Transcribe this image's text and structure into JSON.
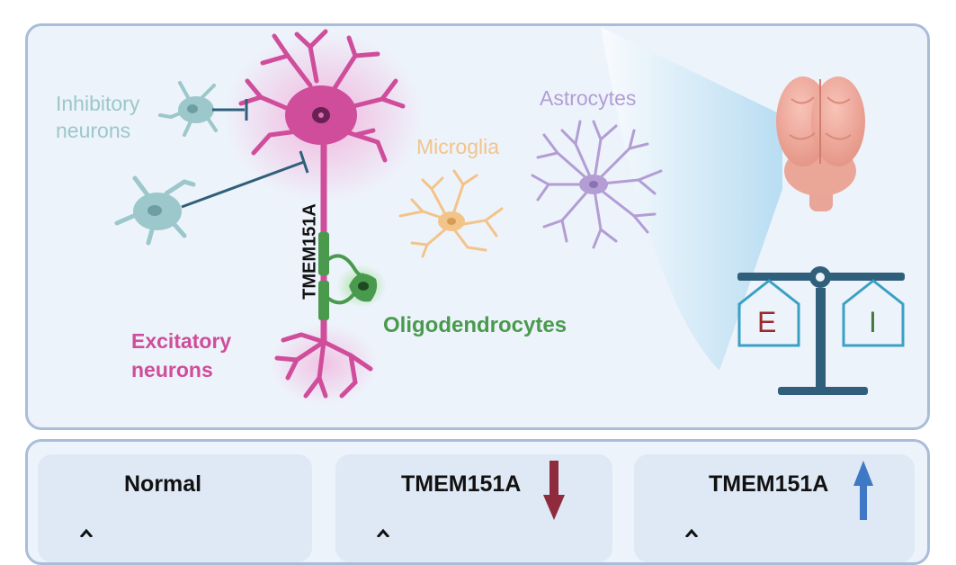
{
  "labels": {
    "inhibitory_line1": "Inhibitory",
    "inhibitory_line2": "neurons",
    "microglia": "Microglia",
    "astrocytes": "Astrocytes",
    "tmem_vertical": "TMEM151A",
    "oligodendrocytes": "Oligodendrocytes",
    "excitatory_line1": "Excitatory",
    "excitatory_line2": "neurons",
    "scale_left": "E",
    "scale_right": "I"
  },
  "cards": [
    {
      "title": "Normal",
      "arrow": "none"
    },
    {
      "title": "TMEM151A",
      "arrow": "down"
    },
    {
      "title": "TMEM151A",
      "arrow": "up"
    }
  ],
  "colors": {
    "panel_border": "#a9bdd9",
    "panel_fill": "#edf3fb",
    "inhibitory": "#9cc7cb",
    "excitatory": "#cf4d9a",
    "microglia": "#f2c48a",
    "astrocytes": "#b39dd4",
    "oligodendrocytes": "#4a9a4e",
    "scale": "#2f5f7a",
    "e_color": "#9a2b2b",
    "i_color": "#3f7a3a",
    "down_arrow": "#8e2c3e",
    "up_arrow": "#3f78c4"
  }
}
